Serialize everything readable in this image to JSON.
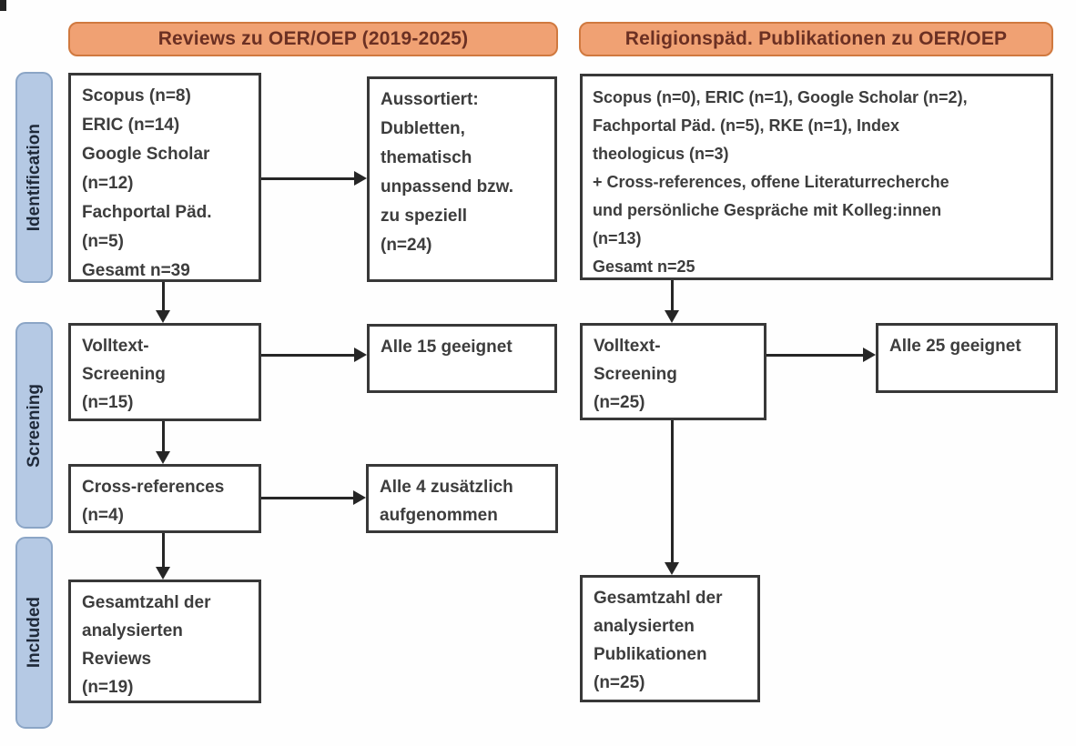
{
  "diagram": {
    "title_left": "Reviews zu OER/OEP (2019-2025)",
    "title_right": "Religionspäd. Publikationen zu OER/OEP",
    "stages": {
      "identification": "Identification",
      "screening": "Screening",
      "included": "Included"
    },
    "left": {
      "sources": "Scopus (n=8)\nERIC (n=14)\nGoogle Scholar\n(n=12)\nFachportal Päd.\n(n=5)\nGesamt n=39",
      "excluded": "Aussortiert:\nDubletten,\nthematisch\nunpassend bzw.\nzu speziell\n(n=24)",
      "fulltext_screening": "Volltext-\nScreening\n(n=15)",
      "fulltext_result": "Alle 15 geeignet",
      "crossref": "Cross-references\n(n=4)",
      "crossref_result": "Alle 4 zusätzlich\naufgenommen",
      "included_total": "Gesamtzahl der\nanalysierten\nReviews\n(n=19)"
    },
    "right": {
      "sources": "Scopus (n=0), ERIC (n=1), Google Scholar (n=2),\nFachportal Päd. (n=5), RKE (n=1), Index\ntheologicus (n=3)\n+ Cross-references, offene Literaturrecherche\nund persönliche Gespräche mit Kolleg:innen\n(n=13)\nGesamt n=25",
      "fulltext_screening": "Volltext-\nScreening\n(n=25)",
      "fulltext_result": "Alle 25 geeignet",
      "included_total": "Gesamtzahl der\nanalysierten\nPublikationen\n(n=25)"
    }
  },
  "colors": {
    "header_fill": "#F0A173",
    "header_border": "#D0793F",
    "header_text": "#6B3023",
    "stage_fill": "#B5C9E4",
    "stage_border": "#8BA5C6",
    "stage_text": "#1F2939",
    "box_border": "#383838",
    "box_text": "#3D3D3D",
    "arrow": "#262626"
  }
}
